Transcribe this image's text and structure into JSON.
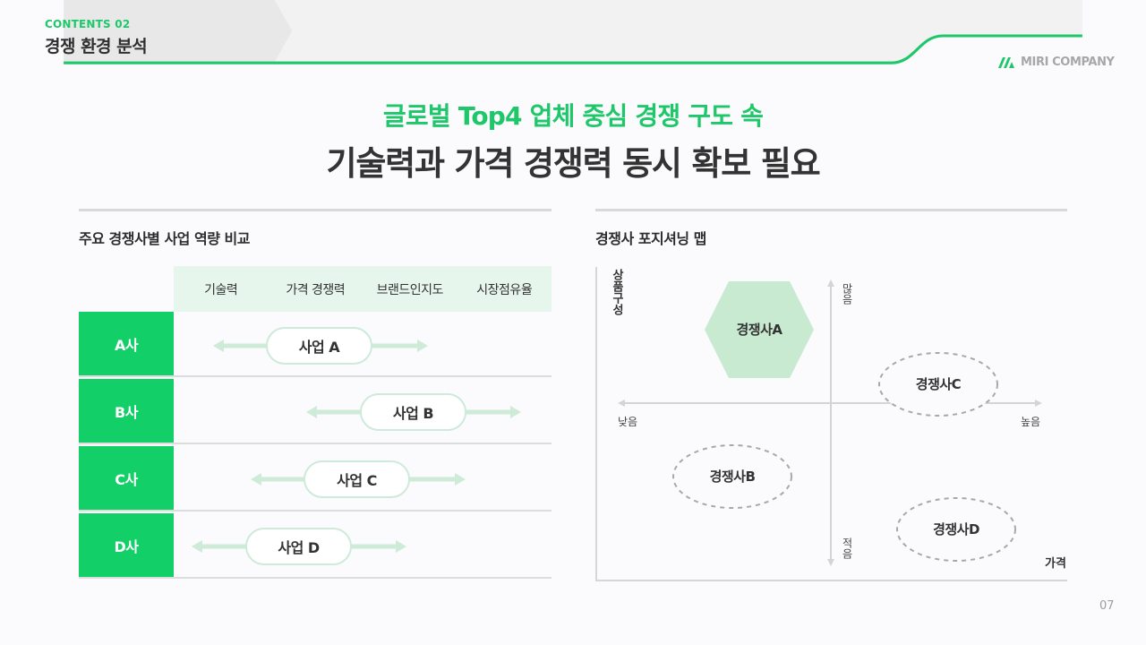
{
  "header": {
    "contents_label": "CONTENTS 02",
    "section_title": "경쟁 환경 분석",
    "brand_name": "MIRI COMPANY",
    "accent_color": "#1ec86a"
  },
  "title": {
    "subtitle": "글로벌 Top4 업체 중심 경쟁 구도 속",
    "main": "기술력과 가격 경쟁력 동시 확보 필요"
  },
  "left_panel": {
    "heading": "주요 경쟁사별 사업 역량 비교",
    "columns": [
      "기술력",
      "가격 경쟁력",
      "브랜드인지도",
      "시장점유율"
    ],
    "rows": [
      {
        "company": "A사",
        "business": "사업 A"
      },
      {
        "company": "B사",
        "business": "사업 B"
      },
      {
        "company": "C사",
        "business": "사업 C"
      },
      {
        "company": "D사",
        "business": "사업 D"
      }
    ]
  },
  "right_panel": {
    "heading": "경쟁사 포지셔닝 맵",
    "y_axis_label": "상품구성",
    "x_axis_label": "가격",
    "y_high": "많음",
    "y_low": "적음",
    "x_low": "낮음",
    "x_high": "높음",
    "nodes": [
      {
        "name": "경쟁사A",
        "shape": "hexagon",
        "highlight": true
      },
      {
        "name": "경쟁사B",
        "shape": "dashed-ellipse"
      },
      {
        "name": "경쟁사C",
        "shape": "dashed-ellipse"
      },
      {
        "name": "경쟁사D",
        "shape": "dashed-ellipse"
      }
    ]
  },
  "footer": {
    "page_number": "07"
  }
}
